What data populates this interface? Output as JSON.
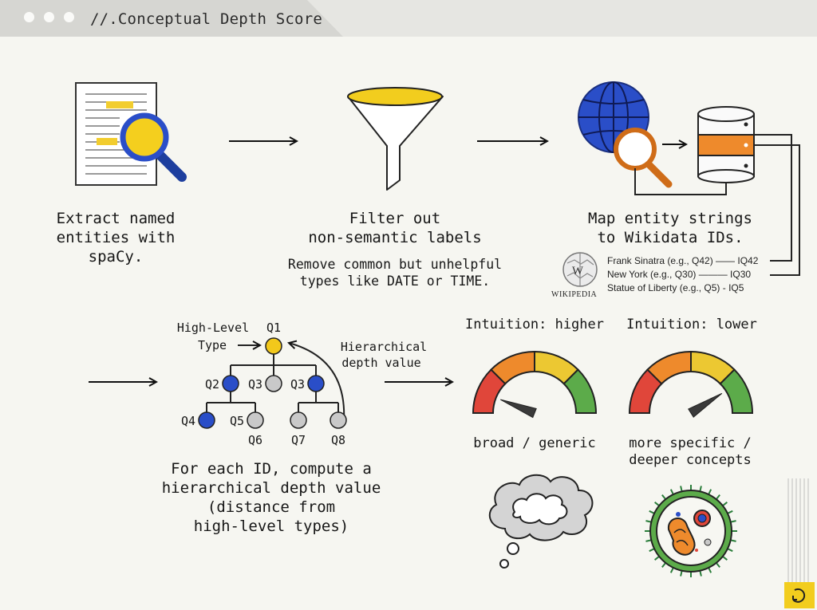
{
  "tab": {
    "title": "//.Conceptual Depth Score"
  },
  "steps": [
    {
      "title": [
        "Extract named",
        "entities with",
        "spaCy."
      ],
      "icon": "document-magnifier-icon"
    },
    {
      "title": [
        "Filter out",
        "non-semantic labels"
      ],
      "description": [
        "Remove common but unhelpful",
        "types like DATE or TIME."
      ],
      "icon": "funnel-icon"
    },
    {
      "title": [
        "Map entity strings",
        "to Wikidata IDs."
      ],
      "icon": "globe-database-icon"
    },
    {
      "title": [
        "For each ID, compute a",
        "hierarchical depth value",
        "(distance from",
        "high-level types)"
      ],
      "icon": "hierarchy-tree-icon"
    }
  ],
  "wikidata": {
    "logo_text": "WIKIPEDIA",
    "examples": [
      {
        "label": "Frank Sinatra (e.g., Q42) —— IQ42"
      },
      {
        "label": "New York (e.g., Q30) ——— IQ30"
      },
      {
        "label": "Statue of Liberty (e.g., Q5) - IQ5"
      }
    ]
  },
  "tree": {
    "high_level_label": [
      "High-Level",
      "Type"
    ],
    "depth_label": [
      "Hierarchical",
      "depth value"
    ],
    "nodes": [
      "Q1",
      "Q2",
      "Q3",
      "Q3",
      "Q4",
      "Q5",
      "Q6",
      "Q7",
      "Q8"
    ],
    "colors": {
      "yellow": "#f2c81b",
      "blue": "#2a4ec8",
      "gray": "#c9c9c9"
    }
  },
  "gauges": [
    {
      "heading": "Intuition: higher",
      "caption": [
        "broad / generic"
      ],
      "level": 0.12,
      "icon": "thought-cloud-icon"
    },
    {
      "heading": "Intuition: lower",
      "caption": [
        "more specific /",
        "deeper concepts"
      ],
      "level": 0.82,
      "icon": "cell-microbe-icon"
    }
  ],
  "gauge_colors": [
    "#e0463a",
    "#ee8a2c",
    "#ecc832",
    "#5cab4a"
  ]
}
